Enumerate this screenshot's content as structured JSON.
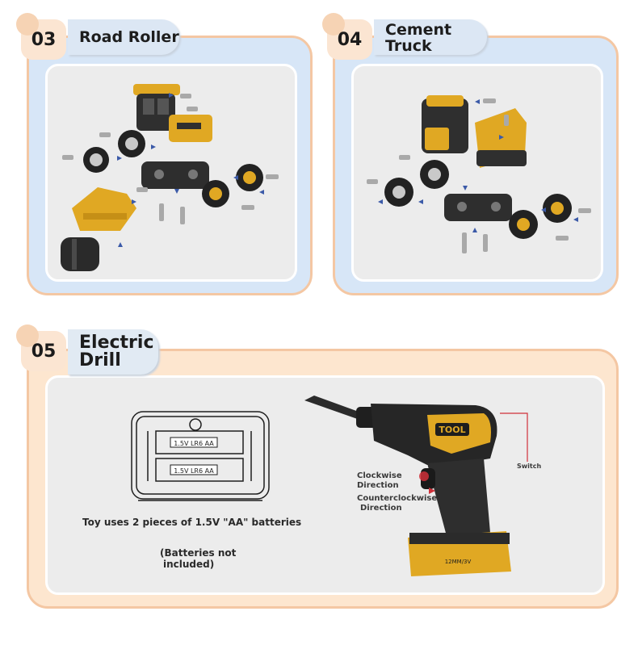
{
  "sections": [
    {
      "number": "03",
      "title": "Road Roller"
    },
    {
      "number": "04",
      "title_lines": [
        "Cement",
        "Truck"
      ]
    },
    {
      "number": "05",
      "title_lines": [
        "Electric",
        "Drill"
      ]
    }
  ],
  "battery_box": {
    "cell_labels": [
      "1.5V LR6 AA",
      "1.5V LR6 AA"
    ],
    "caption": "Toy uses 2 pieces of 1.5V \"AA\" batteries",
    "note_lines": [
      "(Batteries not",
      "included)"
    ]
  },
  "drill": {
    "tool_label": "TOOL",
    "battery_label": "12MM/3V",
    "clockwise_lines": [
      "Clockwise",
      "Direction"
    ],
    "counter_lines": [
      "Counterclockwise",
      "Direction"
    ],
    "switch_label": "Switch"
  },
  "colors": {
    "accent_yellow": "#e0a823",
    "dark": "#2b2b2b",
    "card_blue": "#d7e6f7",
    "card_orange": "#fde6cf",
    "arrow_blue": "#3b5aa8",
    "pointer_red": "#d0303a"
  }
}
